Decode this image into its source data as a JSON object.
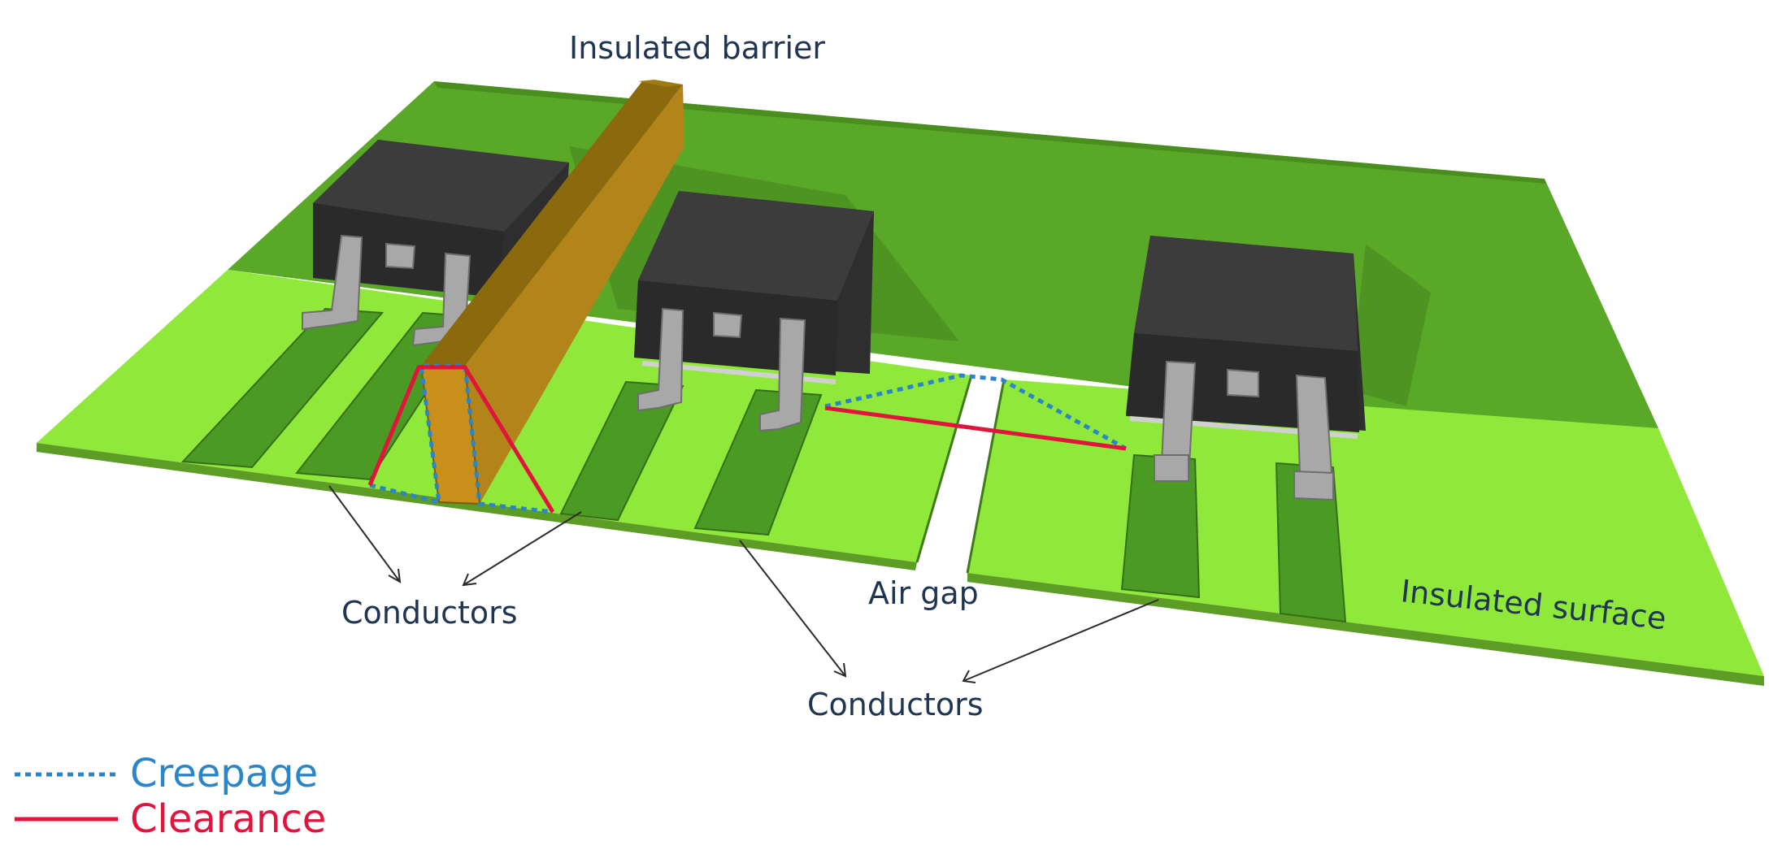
{
  "labels": {
    "insulated_barrier": "Insulated barrier",
    "conductors_left": "Conductors",
    "air_gap": "Air gap",
    "conductors_bottom": "Conductors",
    "insulated_surface": "Insulated surface"
  },
  "legend": {
    "creepage": "Creepage",
    "clearance": "Clearance"
  },
  "colors": {
    "creepage": "#2a86c8",
    "clearance": "#e0143c",
    "board_light": "#8fe83a",
    "board_dark": "#5aa828",
    "pad": "#4a9a24",
    "chip_body": "#3a3a3a",
    "barrier": "#c8901a",
    "lead": "#a0a0a0"
  }
}
